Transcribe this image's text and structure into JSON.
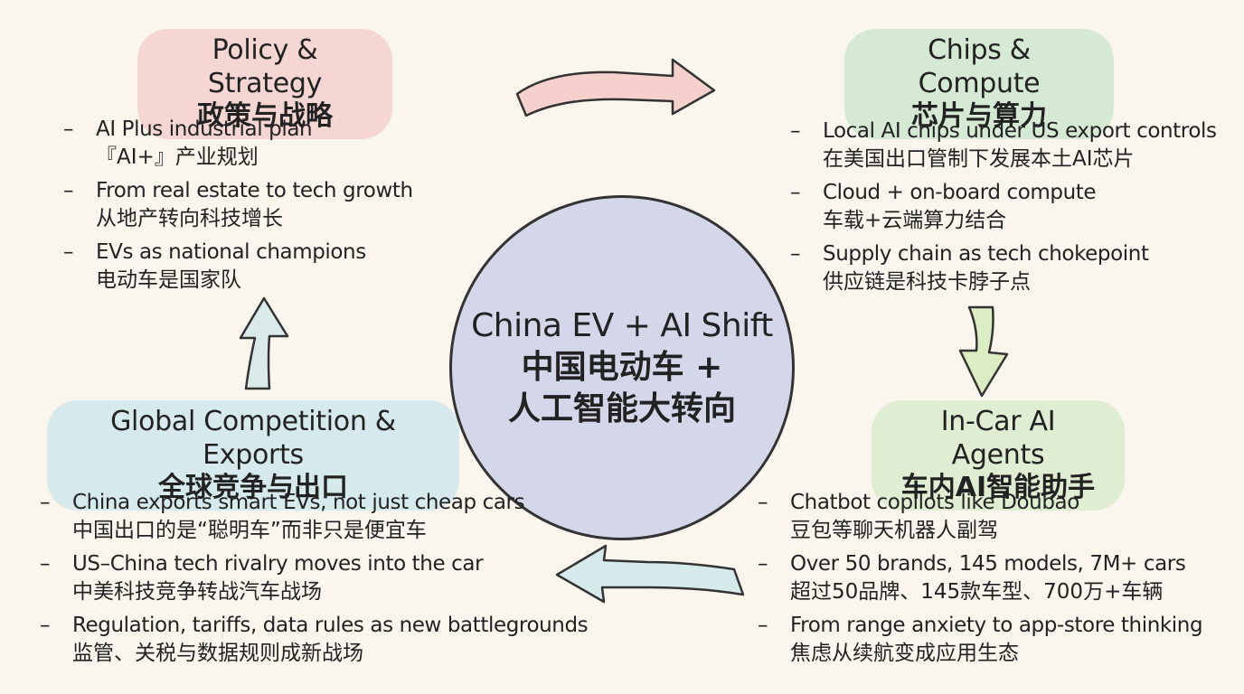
{
  "center": {
    "line1": "China EV + AI Shift",
    "line2": "中国电动车 +",
    "line3": "人工智能大转向"
  },
  "sections": {
    "policy": {
      "title_en": "Policy & Strategy",
      "title_zh": "政策与战略",
      "items": [
        {
          "en": "AI Plus industrial plan",
          "zh": "『AI+』产业规划"
        },
        {
          "en": "From real estate to tech growth",
          "zh": "从地产转向科技增长"
        },
        {
          "en": "EVs as national champions",
          "zh": "电动车是国家队"
        }
      ]
    },
    "chips": {
      "title_en": "Chips & Compute",
      "title_zh": "芯片与算力",
      "items": [
        {
          "en": "Local AI chips under US export controls",
          "zh": "在美国出口管制下发展本土AI芯片"
        },
        {
          "en": "Cloud + on-board compute",
          "zh": "车载+云端算力结合"
        },
        {
          "en": "Supply chain as tech chokepoint",
          "zh": "供应链是科技卡脖子点"
        }
      ]
    },
    "incar": {
      "title_en": "In-Car AI Agents",
      "title_zh": "车内AI智能助手",
      "items": [
        {
          "en": "Chatbot copilots like Doubao",
          "zh": "豆包等聊天机器人副驾"
        },
        {
          "en": "Over 50 brands, 145 models, 7M+ cars",
          "zh": "超过50品牌、145款车型、700万+车辆"
        },
        {
          "en": "From range anxiety to app-store thinking",
          "zh": "焦虑从续航变成应用生态"
        }
      ]
    },
    "global": {
      "title_en": "Global Competition & Exports",
      "title_zh": "全球竞争与出口",
      "items": [
        {
          "en": "China exports smart EVs, not just cheap cars",
          "zh": "中国出口的是“聪明车”而非只是便宜车"
        },
        {
          "en": "US–China tech rivalry moves into the car",
          "zh": "中美科技竞争转战汽车战场"
        },
        {
          "en": "Regulation, tariffs, data rules as new battlegrounds",
          "zh": "监管、关税与数据规则成新战场"
        }
      ]
    }
  },
  "bullet": "–",
  "colors": {
    "background": "#faf6ee",
    "policy": "#f5d6d2",
    "chips": "#d6e9d4",
    "global": "#d6e9ec",
    "incar": "#dfeed2",
    "center": "#d4d7ea",
    "arrow_policy_to_chips": "#f5d0cc",
    "arrow_chips_to_incar": "#dcedc4",
    "arrow_incar_to_global": "#d6eaec",
    "arrow_global_to_policy": "#d9eae8",
    "outline": "#333333"
  }
}
